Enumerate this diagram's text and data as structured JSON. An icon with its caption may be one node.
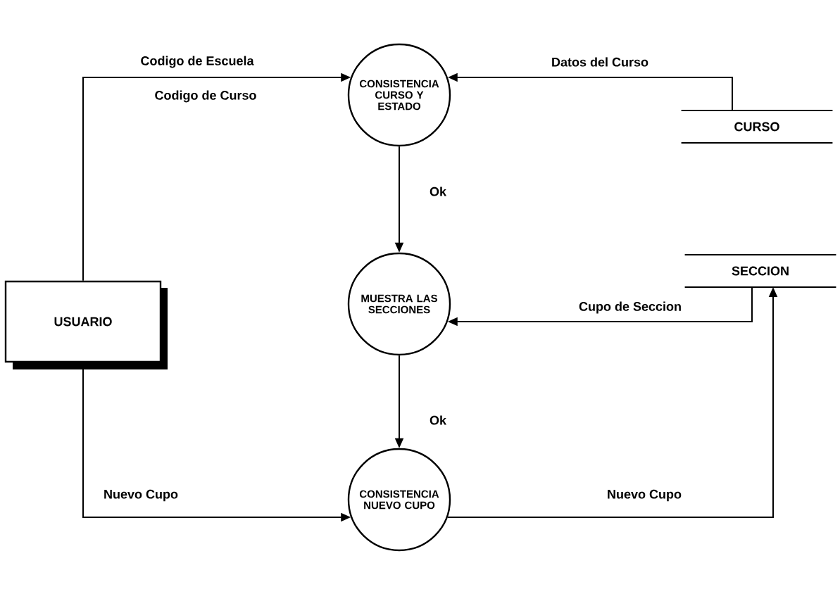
{
  "diagram": {
    "nodes": [
      {
        "text": [
          "USUARIO"
        ]
      },
      {
        "text": [
          "CONSISTENCIA CURSO Y ESTADO"
        ]
      },
      {
        "text": [
          "CURSO"
        ]
      },
      {
        "text": [
          "SECCION"
        ]
      },
      {
        "text": [
          "MUESTRA LAS SECCIONES"
        ]
      },
      {
        "text": [
          "CONSISTENCIA NUEVO CUPO"
        ]
      }
    ],
    "edges": [
      {
        "from": 0,
        "to": 1,
        "arrow": "to",
        "label": "Codigo de Escuela"
      },
      {
        "from": 2,
        "to": 1,
        "arrow": "to",
        "label": "Datos del Curso"
      },
      {
        "from": 1,
        "to": 4,
        "arrow": "to",
        "label": "Ok"
      },
      {
        "from": 3,
        "to": 4,
        "arrow": "to",
        "label": "Cupo de Seccion"
      },
      {
        "from": 4,
        "to": 5,
        "arrow": "to",
        "label": "Ok"
      },
      {
        "from": 0,
        "to": 5,
        "arrow": "to",
        "label": "Nuevo Cupo"
      },
      {
        "from": 5,
        "to": 3,
        "arrow": "to",
        "label": "Nuevo Cupo"
      }
    ],
    "labels": [
      "Codigo de Curso"
    ]
  }
}
